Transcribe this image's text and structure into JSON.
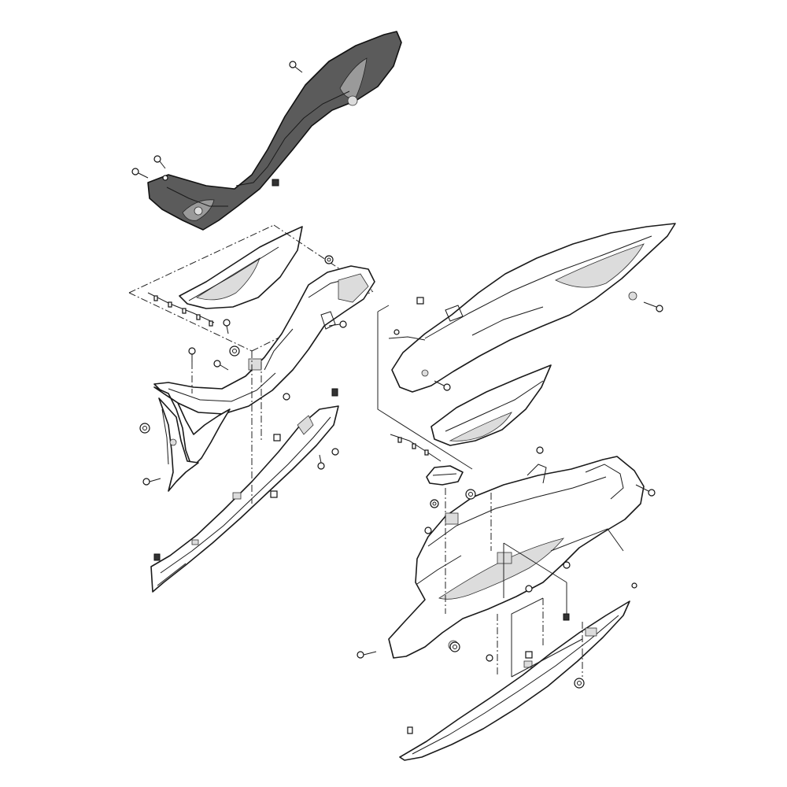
{
  "figure": {
    "background": "#ffffff",
    "line_color": "#1a1a1a",
    "highlight_part_color": "#5b5b5b",
    "parts": [
      {
        "id": "upper-dark-cover"
      },
      {
        "id": "left-frame-cover"
      },
      {
        "id": "left-side-panel"
      },
      {
        "id": "left-lower-rail"
      },
      {
        "id": "left-upper-trim"
      },
      {
        "id": "right-rear-side-cover"
      },
      {
        "id": "right-side-panel"
      },
      {
        "id": "right-center-cover"
      },
      {
        "id": "right-lower-rail"
      },
      {
        "id": "right-cap"
      }
    ],
    "fastener_types": [
      "screw-icon",
      "clip-icon",
      "grommet-icon",
      "nut-icon"
    ]
  }
}
